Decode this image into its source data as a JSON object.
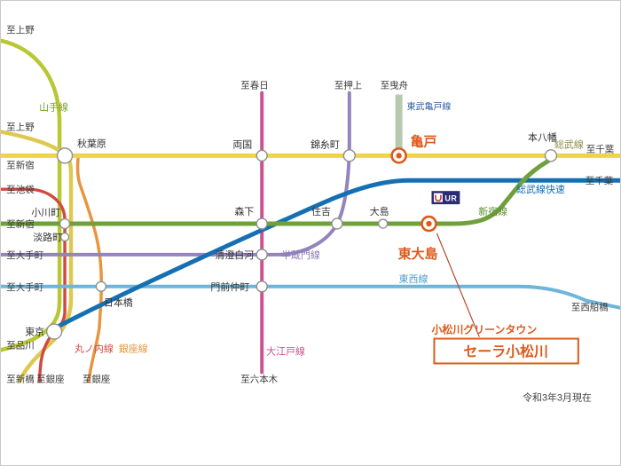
{
  "colors": {
    "highlight": "#dd5a1b",
    "leader": "#b5472e",
    "ur_badge_bg": "#2b2c74"
  },
  "map": {
    "ur_badge": "UR",
    "date_note": "令和3年3月現在",
    "property": {
      "area": "小松川グリーンタウン",
      "name": "セーラ小松川"
    },
    "lines": {
      "yamanote": {
        "label": "山手線",
        "color": "#b9c832",
        "label_color": "#76a32b"
      },
      "jr_second": {
        "color": "#ddc952"
      },
      "sobu": {
        "label": "総武線",
        "color": "#eed34f",
        "label_color": "#8b8b45"
      },
      "sobu_rapid": {
        "label": "総武線快速",
        "color": "#1470b2",
        "label_color": "#1470b2"
      },
      "shinjuku": {
        "label": "新宿線",
        "color": "#6fa03b",
        "label_color": "#5d8f2f"
      },
      "hanzomon": {
        "label": "半蔵門線",
        "color": "#9484bd",
        "label_color": "#8a7ab5"
      },
      "tozai": {
        "label": "東西線",
        "color": "#6fb5d9",
        "label_color": "#4d9cc7"
      },
      "oedo": {
        "label": "大江戸線",
        "color": "#ca538f",
        "label_color": "#ca538f"
      },
      "marunouchi": {
        "label": "丸ノ内線",
        "color": "#d14a42",
        "label_color": "#d14a42"
      },
      "ginza": {
        "label": "銀座線",
        "color": "#e79540",
        "label_color": "#e79540"
      },
      "tobu_kameido": {
        "label": "東武亀戸線",
        "color": "#b7c9af",
        "label_color": "#2e5fa3"
      }
    },
    "stations": {
      "akihabara": "秋葉原",
      "ryogoku": "両国",
      "kinshicho": "錦糸町",
      "kameido": "亀戸",
      "motoyawata": "本八幡",
      "ogawamachi": "小川町",
      "awajicho": "淡路町",
      "morishita": "森下",
      "sumiyoshi": "住吉",
      "ojima": "大島",
      "higashi_ojima": "東大島",
      "kiyosumi_shirakawa": "清澄白河",
      "monzen_nakacho": "門前仲町",
      "nihombashi": "日本橋",
      "tokyo": "東京"
    },
    "directions": {
      "ueno_1": "至上野",
      "ueno_2": "至上野",
      "shinjuku_1": "至新宿",
      "ikebukuro": "至池袋",
      "shinjuku_2": "至新宿",
      "otemachi_1": "至大手町",
      "otemachi_2": "至大手町",
      "shinagawa": "至品川",
      "shimbashi": "至新橋",
      "ginza_1": "至銀座",
      "ginza_2": "至銀座",
      "kasuga": "至春日",
      "oshiage": "至押上",
      "hikifune": "至曳舟",
      "chiba_1": "至千葉",
      "chiba_2": "至千葉",
      "nishi_funabashi": "至西船橋",
      "roppongi": "至六本木"
    }
  }
}
